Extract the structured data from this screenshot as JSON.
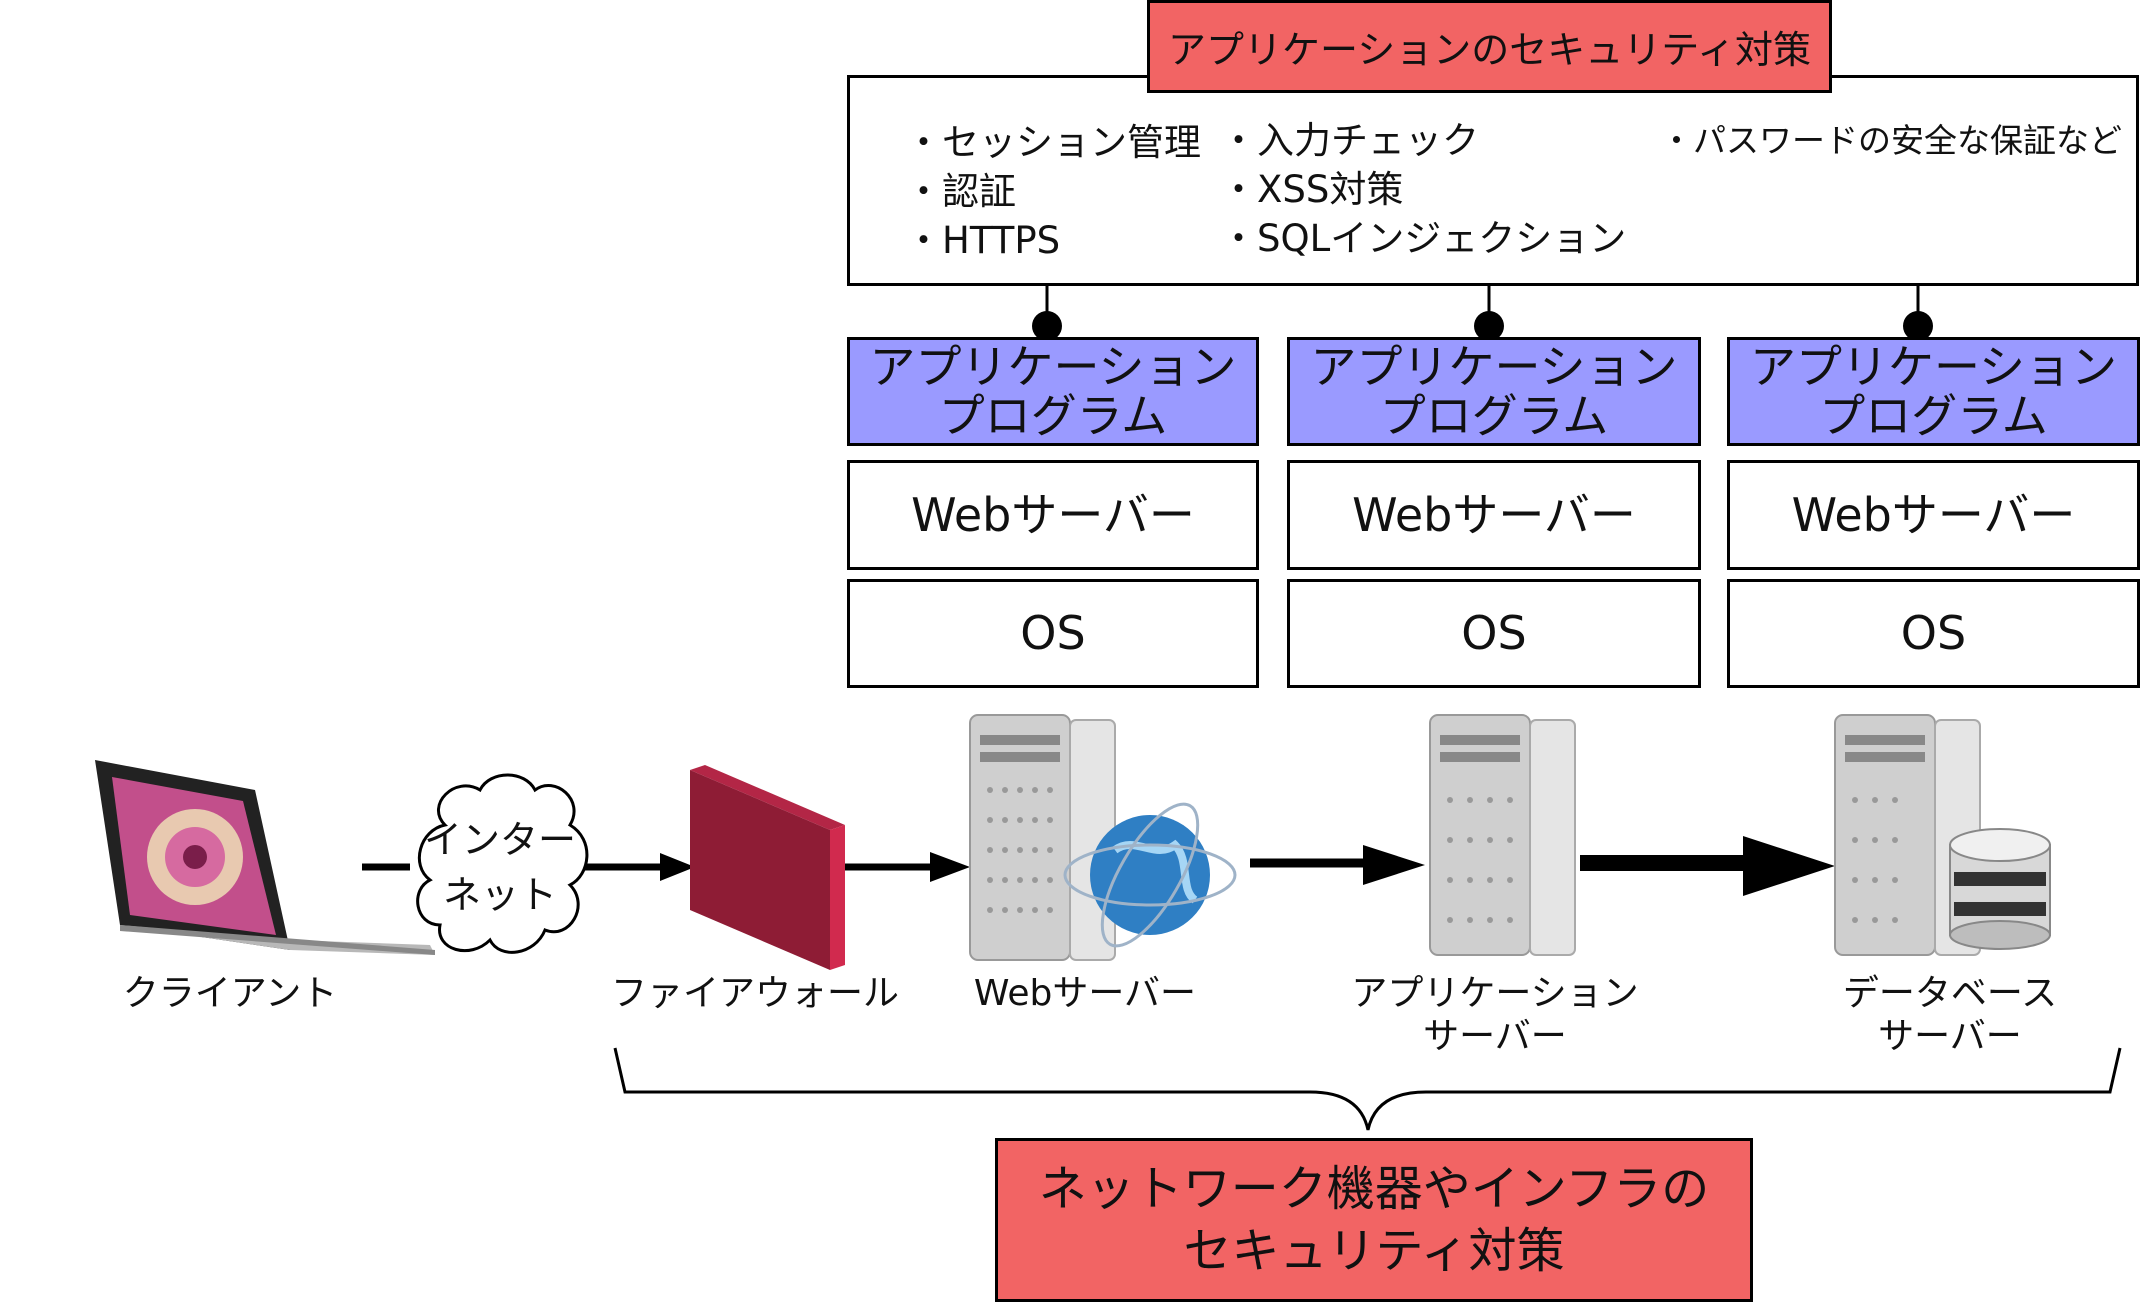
{
  "app_security": {
    "title": "アプリケーションのセキュリティ対策",
    "bullets": [
      "・セッション管理",
      "・認証",
      "・HTTPS",
      "・入力チェック",
      "・XSS対策",
      "・SQLインジェクション",
      "・パスワードの安全な保証など"
    ]
  },
  "stacks": [
    {
      "app": "アプリケーション\nプログラム",
      "web": "Webサーバー",
      "os": "OS"
    },
    {
      "app": "アプリケーション\nプログラム",
      "web": "Webサーバー",
      "os": "OS"
    },
    {
      "app": "アプリケーション\nプログラム",
      "web": "Webサーバー",
      "os": "OS"
    }
  ],
  "nodes": {
    "client": "クライアント",
    "internet": "インター\nネット",
    "firewall": "ファイアウォール",
    "web_server": "Webサーバー",
    "app_server": "アプリケーション\nサーバー",
    "db_server": "データベース\nサーバー"
  },
  "network_security": {
    "title": "ネットワーク機器やインフラの\nセキュリティ対策"
  },
  "colors": {
    "title_red": "#f26464",
    "app_purple": "#9a9aff",
    "firewall_front": "#8e1c35",
    "firewall_side": "#d12a4e"
  }
}
